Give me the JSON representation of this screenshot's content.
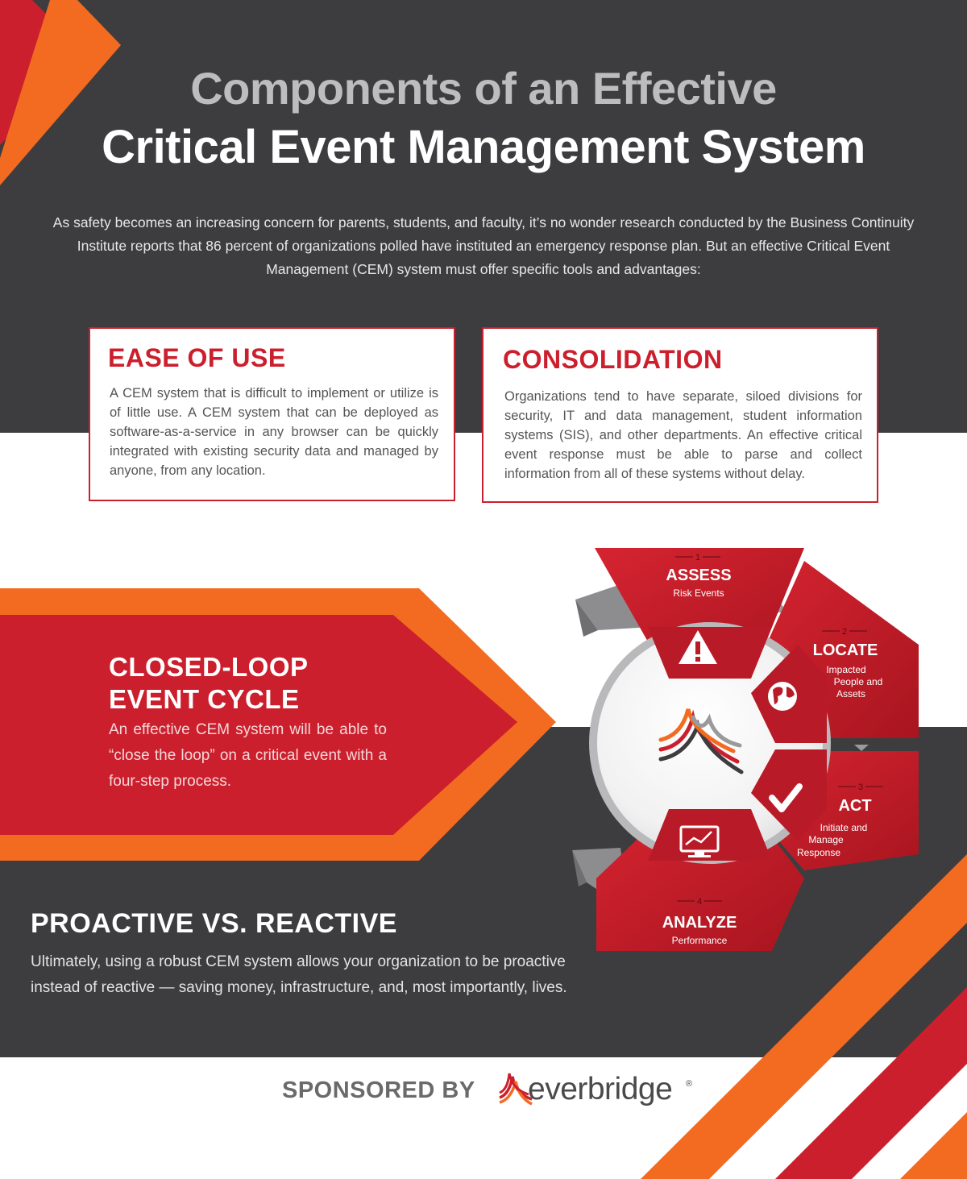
{
  "header": {
    "title_line1": "Components of an Effective",
    "title_line2": "Critical Event Management System"
  },
  "intro": "As safety becomes an increasing concern for parents, students, and faculty, it’s no wonder research conducted by the Business Continuity Institute reports that 86 percent of organizations polled have instituted an emergency response plan. But an effective Critical Event Management (CEM) system must offer specific tools and advantages:",
  "cards": [
    {
      "title": "EASE OF USE",
      "text": "A CEM system that is difficult to implement or utilize is of little use. A CEM system that can be deployed as software-as-a-service in any browser can be quickly integrated with existing security data and managed by anyone, from any location."
    },
    {
      "title": "CONSOLIDATION",
      "text": "Organizations tend to have separate, siloed divisions for security, IT and data management, student information systems (SIS), and other departments. An effective critical event response must be able to parse and collect information from all of these systems without delay."
    }
  ],
  "closed_loop": {
    "title_line1": "CLOSED-LOOP",
    "title_line2": "EVENT CYCLE",
    "text": "An effective CEM system will be able to “close the loop” on a critical event with a four-step process."
  },
  "cycle": {
    "steps": [
      {
        "num": "1",
        "title": "ASSESS",
        "sub": [
          "Risk Events"
        ],
        "icon": "warning-icon"
      },
      {
        "num": "2",
        "title": "LOCATE",
        "sub": [
          "Impacted",
          "People and",
          "Assets"
        ],
        "icon": "globe-icon"
      },
      {
        "num": "3",
        "title": "ACT",
        "sub": [
          "Initiate and",
          "Manage",
          "Response"
        ],
        "icon": "checkmark-icon"
      },
      {
        "num": "4",
        "title": "ANALYZE",
        "sub": [
          "Performance"
        ],
        "icon": "monitor-chart-icon"
      }
    ]
  },
  "proactive": {
    "title": "PROACTIVE VS. REACTIVE",
    "text": "Ultimately, using a robust CEM system allows your organization to be proactive instead of reactive — saving money,  infrastructure, and, most importantly, lives."
  },
  "footer": {
    "sponsored_by": "SPONSORED BY",
    "brand": "everbridge",
    "registered": "®"
  },
  "colors": {
    "dark": "#3d3d40",
    "red": "#cc1f2d",
    "orange": "#f26b21",
    "gray": "#9a9a9c"
  }
}
